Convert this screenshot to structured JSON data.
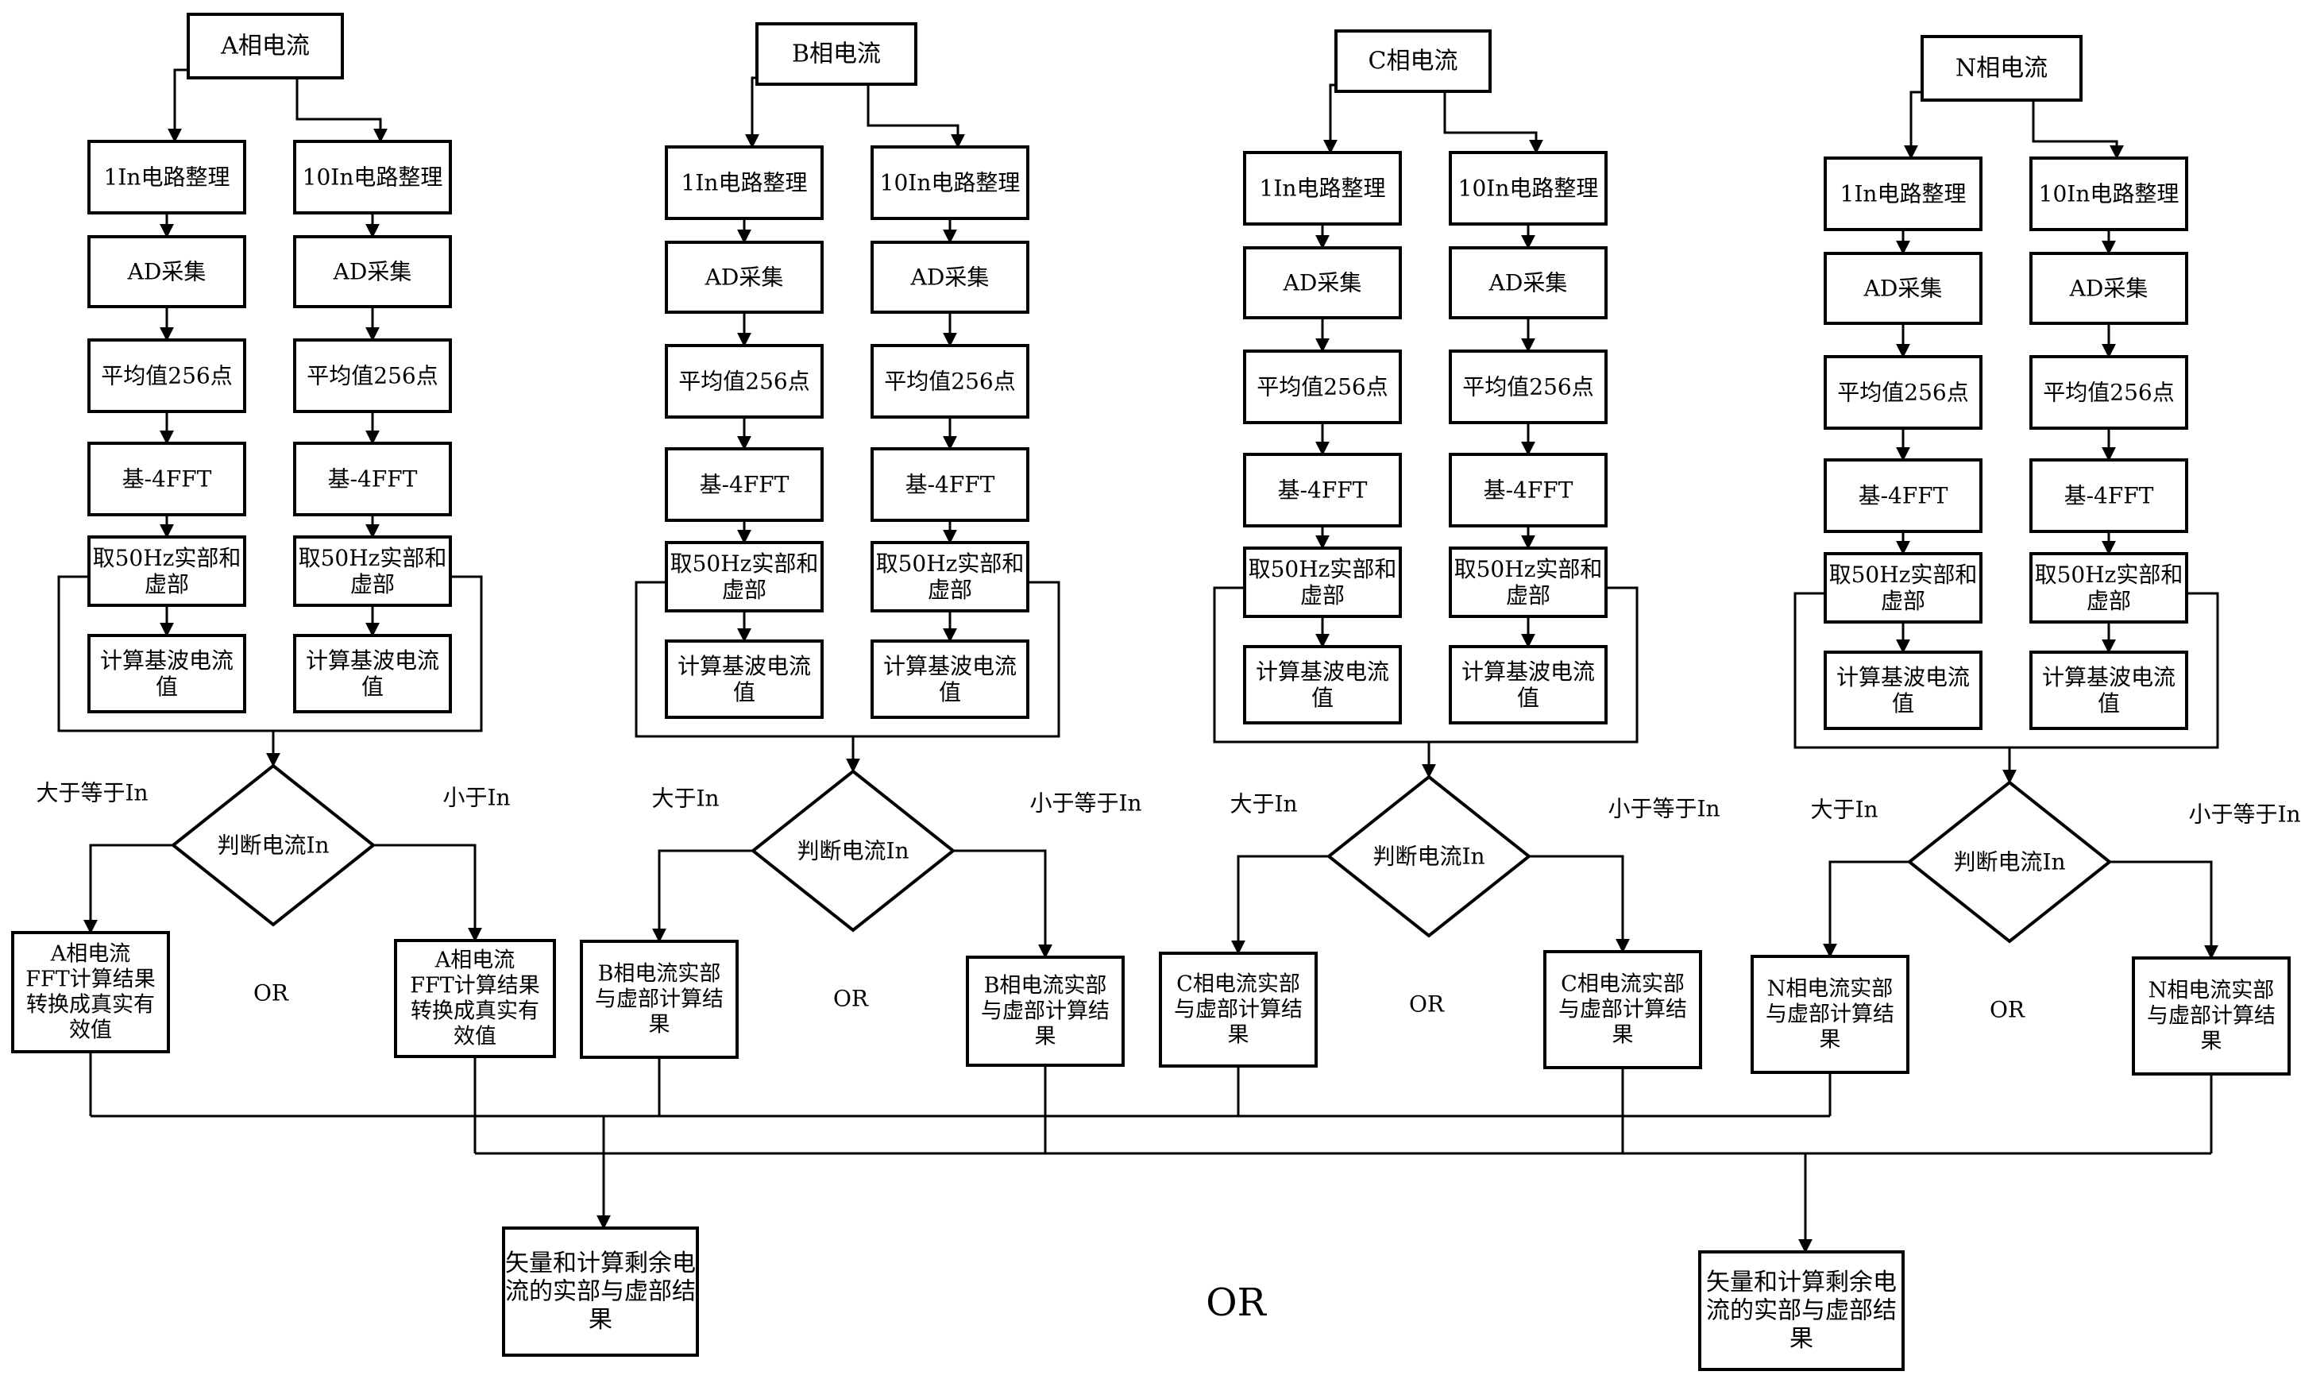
{
  "columns": [
    {
      "phase_label": "A相电流",
      "left_steps": [
        "1In电路整理",
        "AD采集",
        "平均值256点",
        "基-4FFT",
        "取50Hz实部和|虚部",
        "计算基波电流|值"
      ],
      "right_steps": [
        "10In电路整理",
        "AD采集",
        "平均值256点",
        "基-4FFT",
        "取50Hz实部和|虚部",
        "计算基波电流|值"
      ],
      "decision": "判断电流In",
      "left_branch_label": "大于等于In",
      "right_branch_label": "小于In",
      "left_result": "A相电流|FFT计算结果|转换成真实有|效值",
      "right_result": "A相电流|FFT计算结果|转换成真实有|效值",
      "or_label": "OR"
    },
    {
      "phase_label": "B相电流",
      "left_steps": [
        "1In电路整理",
        "AD采集",
        "平均值256点",
        "基-4FFT",
        "取50Hz实部和|虚部",
        "计算基波电流|值"
      ],
      "right_steps": [
        "10In电路整理",
        "AD采集",
        "平均值256点",
        "基-4FFT",
        "取50Hz实部和|虚部",
        "计算基波电流|值"
      ],
      "decision": "判断电流In",
      "left_branch_label": "大于In",
      "right_branch_label": "小于等于In",
      "left_result": "B相电流实部|与虚部计算结|果",
      "right_result": "B相电流实部|与虚部计算结|果",
      "or_label": "OR"
    },
    {
      "phase_label": "C相电流",
      "left_steps": [
        "1In电路整理",
        "AD采集",
        "平均值256点",
        "基-4FFT",
        "取50Hz实部和|虚部",
        "计算基波电流|值"
      ],
      "right_steps": [
        "10In电路整理",
        "AD采集",
        "平均值256点",
        "基-4FFT",
        "取50Hz实部和|虚部",
        "计算基波电流|值"
      ],
      "decision": "判断电流In",
      "left_branch_label": "大于In",
      "right_branch_label": "小于等于In",
      "left_result": "C相电流实部|与虚部计算结|果",
      "right_result": "C相电流实部|与虚部计算结|果",
      "or_label": "OR"
    },
    {
      "phase_label": "N相电流",
      "left_steps": [
        "1In电路整理",
        "AD采集",
        "平均值256点",
        "基-4FFT",
        "取50Hz实部和|虚部",
        "计算基波电流|值"
      ],
      "right_steps": [
        "10In电路整理",
        "AD采集",
        "平均值256点",
        "基-4FFT",
        "取50Hz实部和|虚部",
        "计算基波电流|值"
      ],
      "decision": "判断电流In",
      "left_branch_label": "大于In",
      "right_branch_label": "小于等于In",
      "left_result": "N相电流实部|与虚部计算结|果",
      "right_result": "N相电流实部|与虚部计算结|果",
      "or_label": "OR"
    }
  ],
  "outputs": {
    "left": "矢量和计算剩余电|流的实部与虚部结|果",
    "right": "矢量和计算剩余电|流的实部与虚部结|果",
    "or_label": "OR"
  }
}
